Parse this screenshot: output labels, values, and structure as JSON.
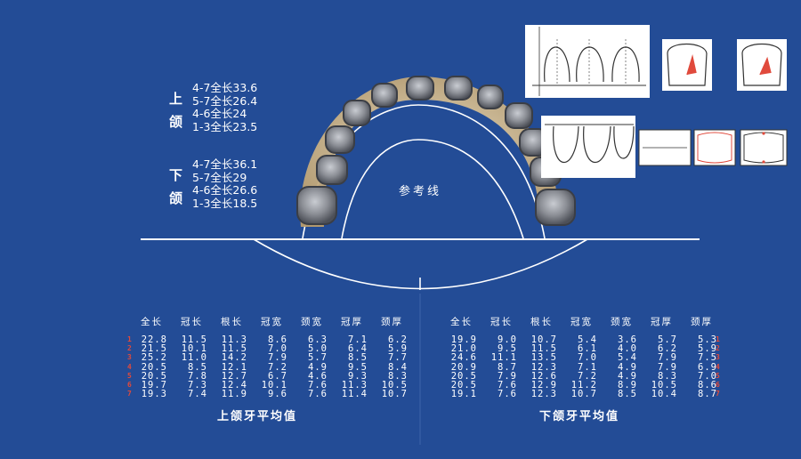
{
  "upper_jaw": {
    "label_chars": [
      "上",
      "颌"
    ],
    "lengths": [
      "4-7全长33.6",
      "5-7全长26.4",
      "4-6全长24",
      "1-3全长23.5"
    ]
  },
  "lower_jaw": {
    "label_chars": [
      "下",
      "颌"
    ],
    "lengths": [
      "4-7全长36.1",
      "5-7全长29",
      "4-6全长26.6",
      "1-3全长18.5"
    ]
  },
  "reference_line_label": "参考线",
  "table_headers": [
    "全长",
    "冠长",
    "根长",
    "冠宽",
    "颈宽",
    "冠厚",
    "颈厚"
  ],
  "upper_table": {
    "caption": "上颌牙平均值",
    "row_numbers": [
      "1",
      "2",
      "3",
      "4",
      "5",
      "6",
      "7"
    ],
    "rows": [
      [
        "22.8",
        "11.5",
        "11.3",
        "8.6",
        "6.3",
        "7.1",
        "6.2"
      ],
      [
        "21.5",
        "10.1",
        "11.5",
        "7.0",
        "5.0",
        "6.4",
        "5.9"
      ],
      [
        "25.2",
        "11.0",
        "14.2",
        "7.9",
        "5.7",
        "8.5",
        "7.7"
      ],
      [
        "20.5",
        "8.5",
        "12.1",
        "7.2",
        "4.9",
        "9.5",
        "8.4"
      ],
      [
        "20.5",
        "7.8",
        "12.7",
        "6.7",
        "4.6",
        "9.3",
        "8.3"
      ],
      [
        "19.7",
        "7.3",
        "12.4",
        "10.1",
        "7.6",
        "11.3",
        "10.5"
      ],
      [
        "19.3",
        "7.4",
        "11.9",
        "9.6",
        "7.6",
        "11.4",
        "10.7"
      ]
    ]
  },
  "lower_table": {
    "caption": "下颌牙平均值",
    "row_numbers": [
      "1",
      "2",
      "3",
      "4",
      "5",
      "6",
      "7"
    ],
    "rows": [
      [
        "19.9",
        "9.0",
        "10.7",
        "5.4",
        "3.6",
        "5.7",
        "5.3"
      ],
      [
        "21.0",
        "9.5",
        "11.5",
        "6.1",
        "4.0",
        "6.2",
        "5.9"
      ],
      [
        "24.6",
        "11.1",
        "13.5",
        "7.0",
        "5.4",
        "7.9",
        "7.5"
      ],
      [
        "20.9",
        "8.7",
        "12.3",
        "7.1",
        "4.9",
        "7.9",
        "6.9"
      ],
      [
        "20.5",
        "7.9",
        "12.6",
        "7.2",
        "4.9",
        "8.3",
        "7.0"
      ],
      [
        "20.5",
        "7.6",
        "12.9",
        "11.2",
        "8.9",
        "10.5",
        "8.6"
      ],
      [
        "19.1",
        "7.6",
        "12.3",
        "10.7",
        "8.5",
        "10.4",
        "8.7"
      ]
    ]
  },
  "colors": {
    "background": "#234c96",
    "line": "#ffffff",
    "row_number": "#e04a3c",
    "gum": "#d8c29a",
    "crown": "#8c8f96"
  }
}
